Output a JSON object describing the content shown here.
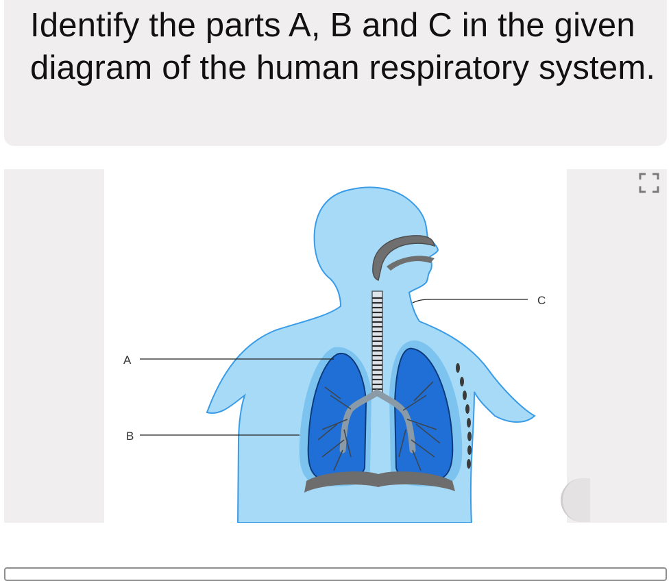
{
  "question": {
    "text": "Identify the parts A, B and C in the given diagram of the human respiratory system."
  },
  "diagram": {
    "labels": {
      "a": "A",
      "b": "B",
      "c": "C"
    }
  },
  "icons": {
    "expand": "expand-corners-icon"
  },
  "colors": {
    "card_background": "#f1eeef",
    "body_fill": "#9fd6f5",
    "body_outline": "#2d95e5",
    "lung_fill": "#1f6fd6",
    "airway_gray": "#8a9aa6"
  }
}
